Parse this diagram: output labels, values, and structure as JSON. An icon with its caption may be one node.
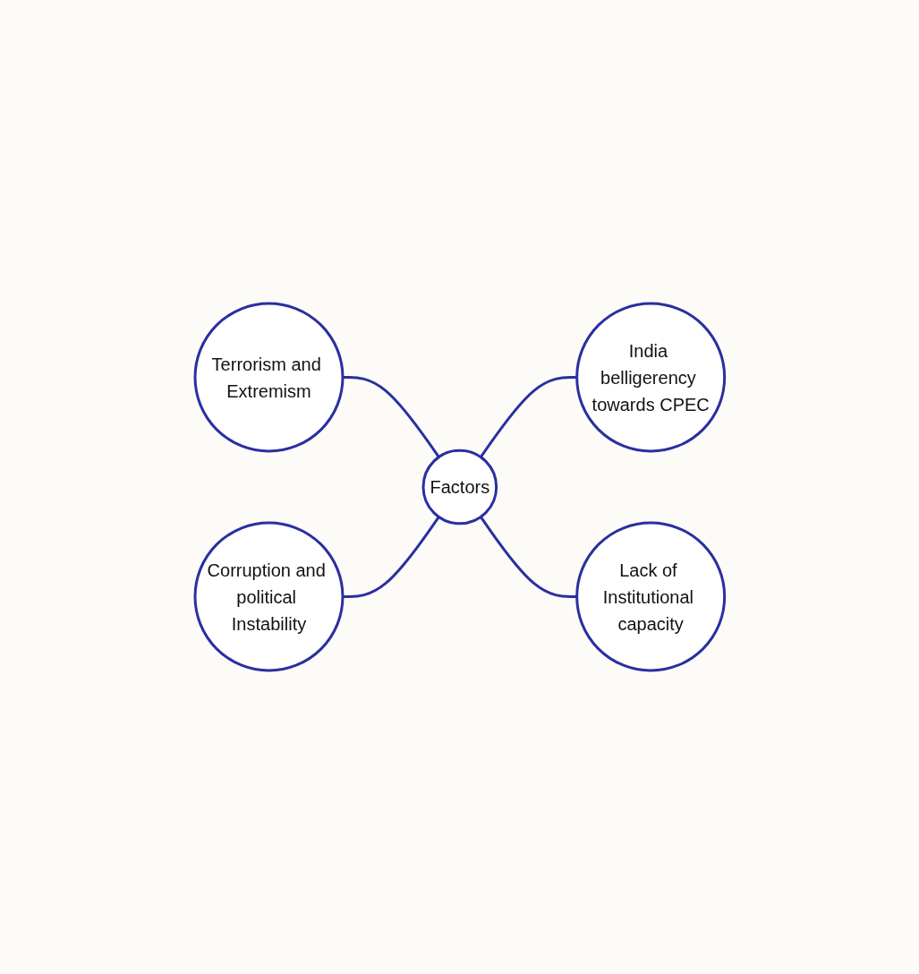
{
  "diagram": {
    "nodes": [
      {
        "text": [
          "Terrorism and Extremism"
        ]
      },
      {
        "text": [
          "India belligerency towards CPEC"
        ]
      },
      {
        "text": [
          "Factors"
        ]
      },
      {
        "text": [
          "Corruption and political Instability"
        ]
      },
      {
        "text": [
          "Lack of Institutional capacity"
        ]
      }
    ],
    "edges": [
      {
        "from": 0,
        "to": 2,
        "arrow": "none"
      },
      {
        "from": 2,
        "to": 1,
        "arrow": "none"
      },
      {
        "from": 3,
        "to": 2,
        "arrow": "none"
      },
      {
        "from": 2,
        "to": 4,
        "arrow": "none"
      }
    ]
  }
}
